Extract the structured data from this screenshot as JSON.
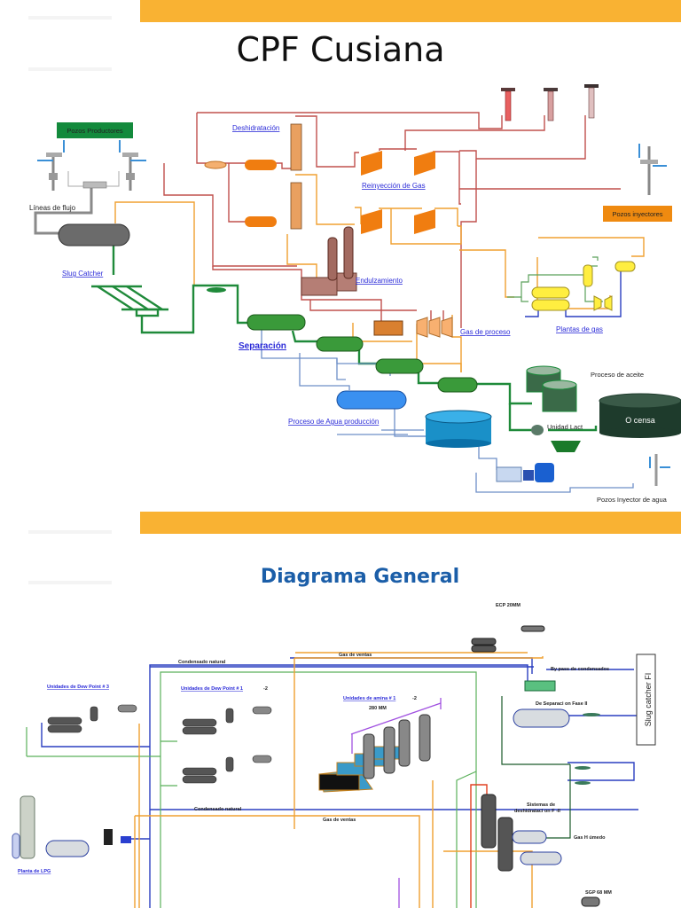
{
  "slide1": {
    "title": "CPF  Cusiana",
    "labels": {
      "pozos_productores": "Pozos Productores",
      "lineas_flujo": "Líneas de flujo",
      "slug_catcher": "Slug Catcher",
      "deshidratacion": "Deshidratación",
      "reinyeccion": "Reinyección de  Gas",
      "endulzamiento": "Endulzamiento",
      "pozos_inyectores": "Pozos inyectores",
      "plantas_gas": "Plantas de gas",
      "gas_proceso": "Gas de proceso",
      "separacion": "Separación",
      "agua_produccion": "Proceso de Agua producción",
      "proceso_aceite": "Proceso de aceite",
      "ocensa": "O censa",
      "unidad_lact": "Unidad Lact",
      "pozos_inyector_agua": "Pozos Inyector de agua"
    }
  },
  "slide2": {
    "title": "Diagrama General",
    "labels": {
      "ecp": "ECP 20MM",
      "condensado_natural_top": "Condensado natural",
      "gas_ventas_top": "Gas de ventas",
      "bypass": "By pass de condensados",
      "slug_catcher_fi": "Slug catcher FI",
      "dew_point_3": "Unidades de Dew Point # 3",
      "dew_point_1": "Unidades de Dew Point # 1",
      "dew_point_1_suffix": "-2",
      "amina": "Unidades de amina # 1",
      "amina_suffix": "-2",
      "amina_cap": "280 MM",
      "separacion_fase": "De Separaci  on Fase II",
      "sistemas_deshidratacion_1": "Sistemas de",
      "sistemas_deshidratacion_2": "deshidrataci  on F -II",
      "gas_humedo": "Gas H úmedo",
      "condensado_natural_bottom": "Condensado natural",
      "gas_ventas_bottom": "Gas de ventas",
      "planta_lpg": "Planta de LPG",
      "sgp": "SGP 68 MM"
    }
  },
  "colors": {
    "banner": "#f9b233",
    "title_blue": "#1b5ea8",
    "link": "#2b2bd8",
    "green_header": "#138a3c",
    "orange_label": "#ef8a10",
    "pipe_red": "#c0504d",
    "pipe_orange": "#f0a030",
    "pipe_green": "#1f8a3a",
    "pipe_blue": "#2a3fc0",
    "pipe_lightblue": "#6e8fc8",
    "ocensa": "#1e3b2c"
  }
}
